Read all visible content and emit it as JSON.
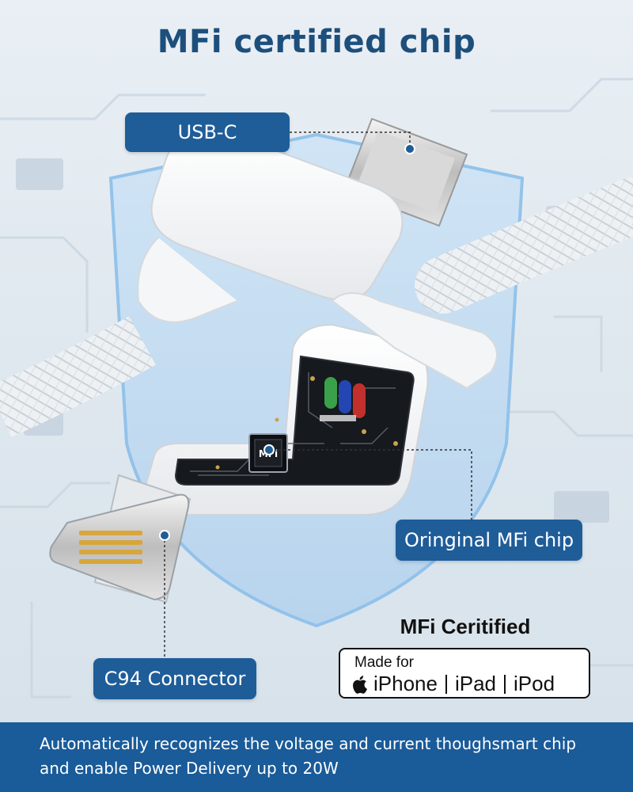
{
  "title": "MFi certified chip",
  "labels": {
    "usb_c": "USB-C",
    "original_chip": "Oringinal MFi chip",
    "c94": "C94 Connector"
  },
  "chip_label": "MFi",
  "certification": {
    "heading": "MFi Ceritified",
    "made_for": "Made for",
    "devices": [
      "iPhone",
      "iPad",
      "iPod"
    ]
  },
  "footer_text": "Automatically recognizes the voltage and current thoughsmart chip and enable Power Delivery up to 20W",
  "colors": {
    "accent_blue": "#1f5d99",
    "title_blue": "#1d4f7c",
    "footer_blue": "#1a5b99"
  },
  "icons": [
    "apple-logo-icon"
  ]
}
